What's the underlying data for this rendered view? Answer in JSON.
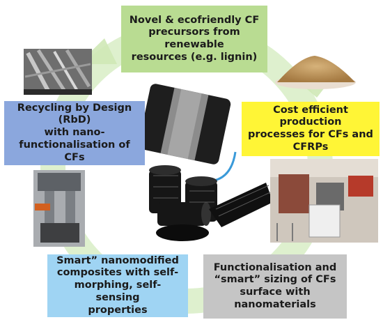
{
  "boxes": {
    "top": "Novel & ecofriendly CF\nprecursors from renewable\nresources (e.g. lignin)",
    "right": "Cost efficient production\nprocesses for CFs and\nCFRPs",
    "left": "Recycling by Design (RbD)\nwith nano-\nfunctionalisation of CFs",
    "bottom_left": "Smart” nanomodified\ncomposites with self-\nmorphing, self-sensing\nproperties",
    "bottom_right": "Functionalisation and\n“smart” sizing of CFs\nsurface with\nnanomaterials"
  },
  "colors": {
    "cycle_arrow": "#c4e4a6",
    "top_box": "#b9dc92",
    "right_box": "#fff536",
    "left_box": "#8ba7dd",
    "bottom_left_box": "#9fd4f3",
    "bottom_right_box": "#c5c5c5",
    "center_arrow": "#3a9ad9"
  },
  "images": {
    "sem_micrograph": "sem-fiber-micrograph",
    "lignin_powder": "lignin-powder-pile",
    "carbon_fabric": "carbon-fiber-fabric-strip",
    "fiber_spools": "carbon-fiber-spools",
    "production_equipment": "lab-production-equipment",
    "testing_machine": "mechanical-testing-machine"
  }
}
